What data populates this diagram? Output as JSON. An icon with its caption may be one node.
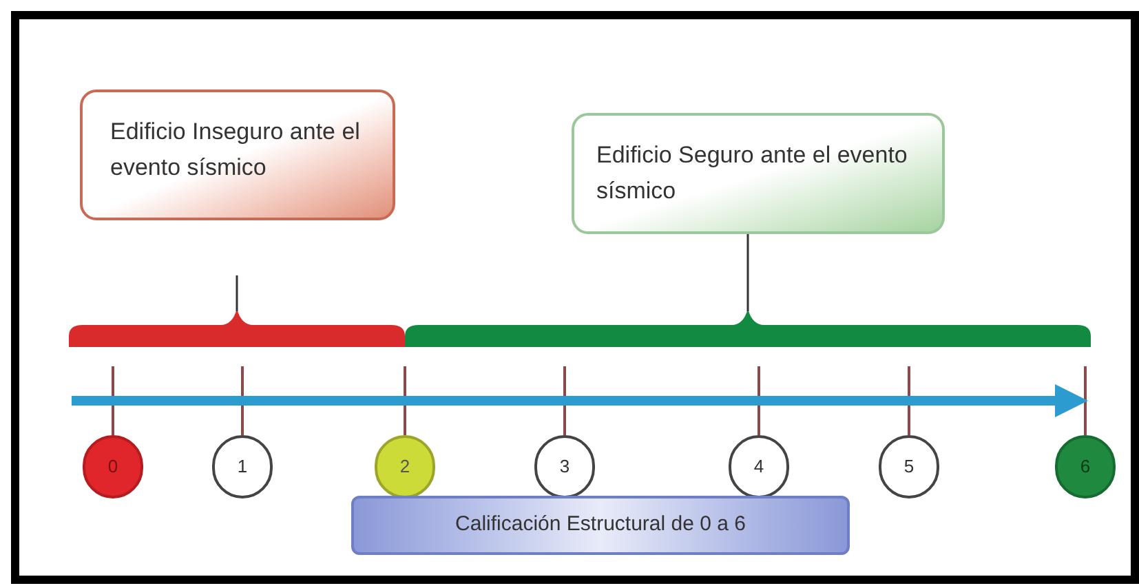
{
  "diagram": {
    "nodes": [
      {
        "text": [
          "Edificio Inseguro ante el evento sísmico"
        ]
      },
      {
        "text": [
          "Edificio Seguro ante el evento sísmico"
        ]
      },
      {
        "text": [
          "0"
        ]
      },
      {
        "text": [
          "1"
        ]
      },
      {
        "text": [
          "2"
        ]
      },
      {
        "text": [
          "3"
        ]
      },
      {
        "text": [
          "4"
        ]
      },
      {
        "text": [
          "5"
        ]
      },
      {
        "text": [
          "6"
        ]
      },
      {
        "text": [
          "Calificación Estructural de 0 a 6"
        ]
      }
    ]
  }
}
